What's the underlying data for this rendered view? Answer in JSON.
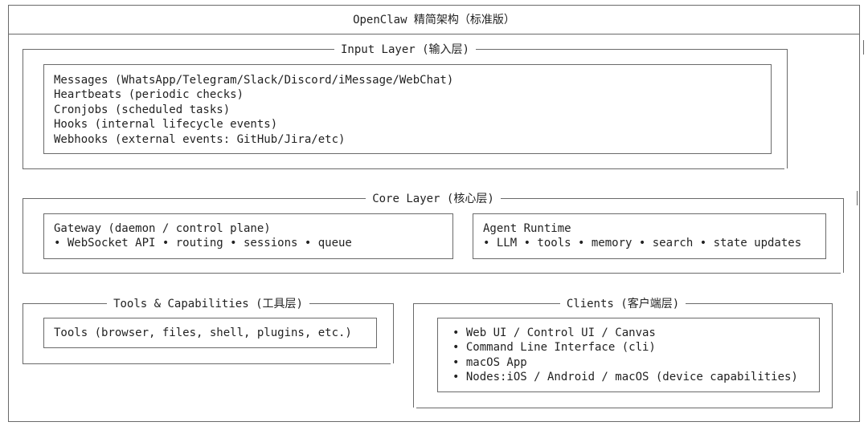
{
  "title": "OpenClaw 精简架构（标准版）",
  "input_layer": {
    "label": "Input Layer (输入层)",
    "items": [
      "Messages (WhatsApp/Telegram/Slack/Discord/iMessage/WebChat)",
      "Heartbeats (periodic checks)",
      "Cronjobs (scheduled tasks)",
      "Hooks (internal lifecycle events)",
      "Webhooks (external events: GitHub/Jira/etc)"
    ]
  },
  "core_layer": {
    "label": "Core Layer (核心层)",
    "gateway": {
      "title": "Gateway (daemon / control plane)",
      "features": "• WebSocket API • routing • sessions • queue"
    },
    "agent_runtime": {
      "title": "Agent Runtime",
      "features": "• LLM • tools • memory • search • state updates"
    }
  },
  "tools_layer": {
    "label": "Tools & Capabilities (工具层)",
    "items": [
      "Tools (browser, files, shell, plugins, etc.)"
    ]
  },
  "clients_layer": {
    "label": "Clients (客户端层)",
    "items": [
      "• Web UI / Control UI / Canvas",
      "• Command Line Interface (cli)",
      "• macOS App",
      "• Nodes:iOS / Android / macOS (device capabilities)"
    ]
  }
}
